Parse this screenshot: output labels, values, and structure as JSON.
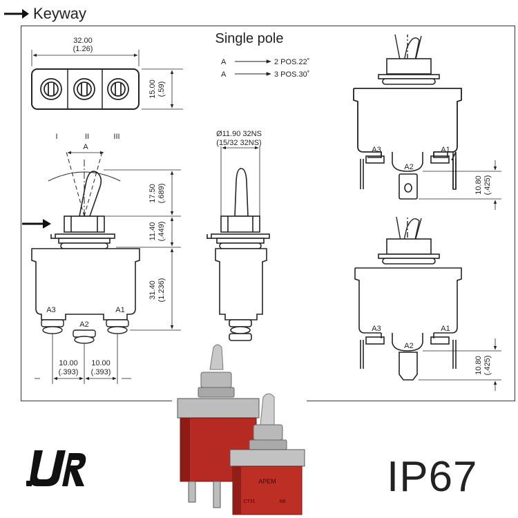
{
  "keyway": {
    "label": "Keyway"
  },
  "diagram": {
    "title": "Single pole",
    "legend": [
      {
        "letter": "A",
        "text": "2 POS.22˚"
      },
      {
        "letter": "A",
        "text": "3 POS.30˚"
      }
    ],
    "top_view": {
      "width_mm": "32.00",
      "width_in": "(1.26)",
      "height_mm": "15.00",
      "height_in": "(.59)"
    },
    "positions": [
      "I",
      "II",
      "III"
    ],
    "angle_label": "A",
    "side_view": {
      "lever_mm": "17.50",
      "lever_in": "(.689)",
      "bushing_mm": "11.40",
      "bushing_in": "(.449)",
      "body_mm": "31.40",
      "body_in": "(1.236)",
      "spacing_left_mm": "10.00",
      "spacing_left_in": "(.393)",
      "spacing_right_mm": "10.00",
      "spacing_right_in": "(.393)"
    },
    "front_view": {
      "thread_line1": "Ø11.90 32NS",
      "thread_line2": "(15/32 32NS)"
    },
    "terminals": {
      "a1": "A1",
      "a2": "A2",
      "a3": "A3"
    },
    "right_views": {
      "top_dim_mm": "10.80",
      "top_dim_in": "(.425)",
      "bottom_dim_mm": "10.80",
      "bottom_dim_in": "(.425)"
    }
  },
  "photo": {
    "brand": "APEM",
    "model": "CT31",
    "marking": "N8"
  },
  "certification": {
    "ip_rating": "IP67"
  }
}
